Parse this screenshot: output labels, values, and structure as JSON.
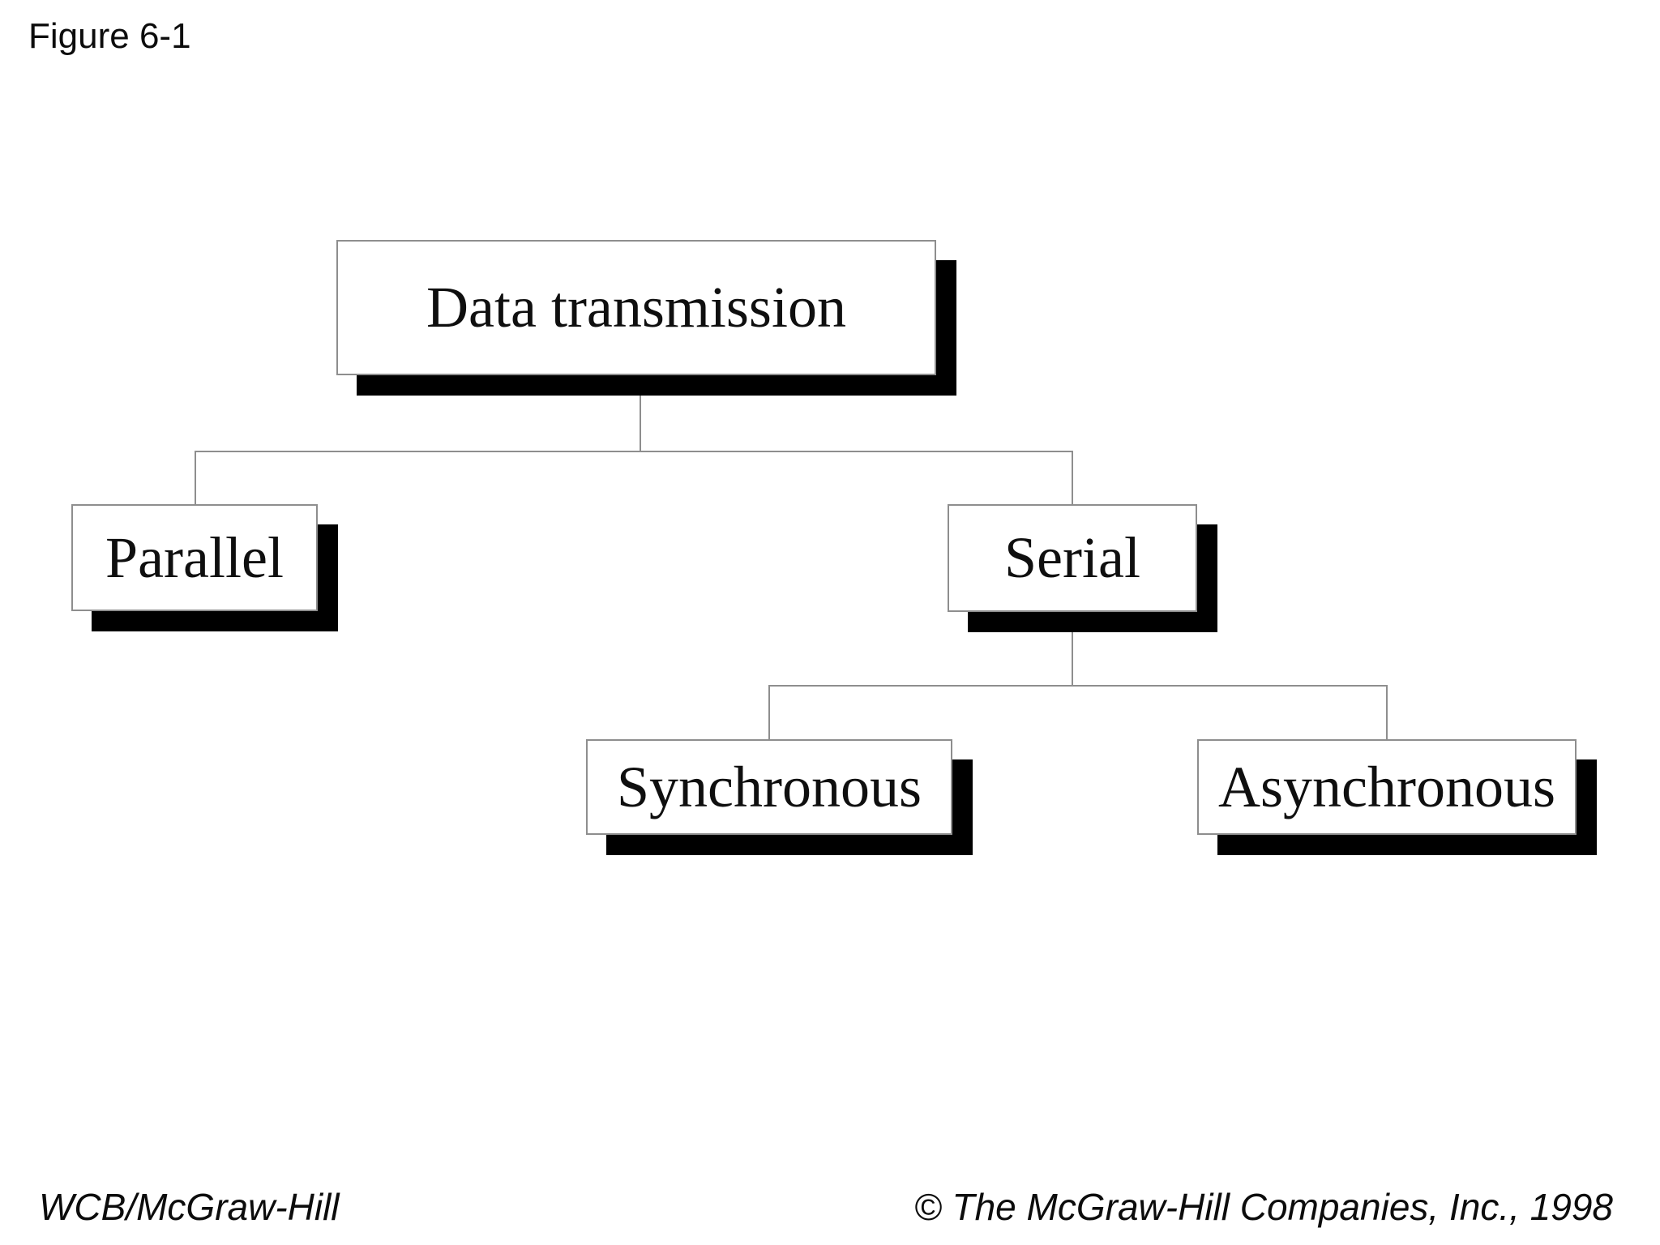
{
  "figure_label": "Figure 6-1",
  "diagram": {
    "type": "tree",
    "root": {
      "label": "Data transmission",
      "children": [
        {
          "label": "Parallel",
          "children": []
        },
        {
          "label": "Serial",
          "children": [
            {
              "label": "Synchronous",
              "children": []
            },
            {
              "label": "Asynchronous",
              "children": []
            }
          ]
        }
      ]
    }
  },
  "footer": {
    "publisher": "WCB/McGraw-Hill",
    "copyright": "© The McGraw-Hill Companies, Inc., 1998"
  },
  "colors": {
    "background": "#ffffff",
    "text": "#0f0f0f",
    "box_fill": "#ffffff",
    "box_border": "#8e8e8e",
    "connector": "#8e8e8e",
    "shadow": "#000000"
  }
}
